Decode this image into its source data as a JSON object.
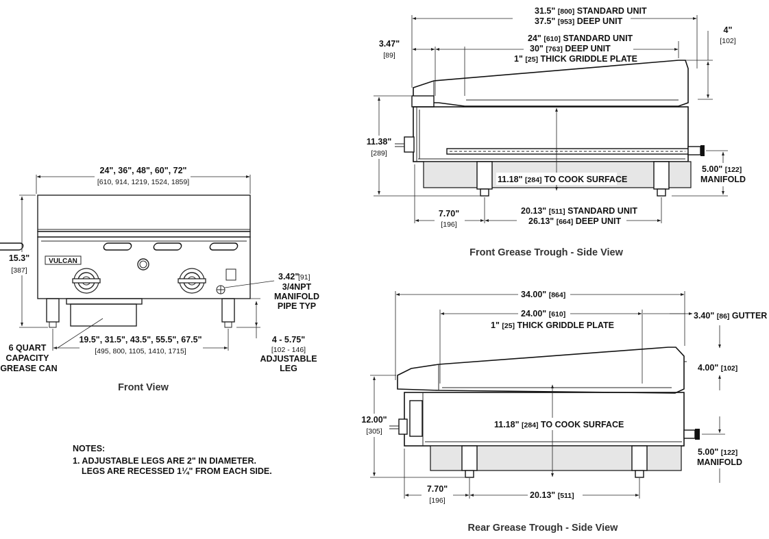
{
  "front_view": {
    "title": "Front View",
    "width_in": "24\", 36\", 48\", 60\", 72\"",
    "width_mm": "[610, 914, 1219, 1524, 1859]",
    "height_in": "15.3\"",
    "height_mm": "[387]",
    "logo": "VULCAN",
    "manifold_in": "3.42\"",
    "manifold_mm": "[91]",
    "manifold_l1": "3/4NPT",
    "manifold_l2": "MANIFOLD",
    "manifold_l3": "PIPE TYP",
    "leg_span_in": "19.5\", 31.5\", 43.5\", 55.5\", 67.5\"",
    "leg_span_mm": "[495, 800, 1105, 1410, 1715]",
    "grease_l1": "6 QUART",
    "grease_l2": "CAPACITY",
    "grease_l3": "GREASE CAN",
    "leg_in": "4 - 5.75\"",
    "leg_mm": "[102 - 146]",
    "leg_l1": "ADJUSTABLE",
    "leg_l2": "LEG"
  },
  "notes": {
    "heading": "NOTES:",
    "line1": "1. ADJUSTABLE LEGS ARE 2\" IN DIAMETER.",
    "line2": "LEGS ARE RECESSED 1¼\" FROM EACH SIDE."
  },
  "front_side": {
    "title": "Front  Grease Trough - Side View",
    "std_depth_in": "31.5\"",
    "std_depth_mm": "[800]",
    "std_depth_lbl": "STANDARD UNIT",
    "deep_depth_in": "37.5\"",
    "deep_depth_mm": "[953]",
    "deep_depth_lbl": "DEEP UNIT",
    "plate_std_in": "24\"",
    "plate_std_mm": "[610]",
    "plate_std_lbl": "STANDARD UNIT",
    "plate_deep_in": "30\"",
    "plate_deep_mm": "[763]",
    "plate_deep_lbl": "DEEP UNIT",
    "plate_thk_in": "1\"",
    "plate_thk_mm": "[25]",
    "plate_thk_lbl": "THICK GRIDDLE PLATE",
    "lip_in": "3.47\"",
    "lip_mm": "[89]",
    "back_in": "4\"",
    "back_mm": "[102]",
    "height_in": "11.38\"",
    "height_mm": "[289]",
    "cook_in": "11.18\"",
    "cook_mm": "[284]",
    "cook_lbl": "TO COOK SURFACE",
    "manifold_in": "5.00\"",
    "manifold_mm": "[122]",
    "manifold_lbl": "MANIFOLD",
    "front_leg_in": "7.70\"",
    "front_leg_mm": "[196]",
    "leg_std_in": "20.13\"",
    "leg_std_mm": "[511]",
    "leg_std_lbl": "STANDARD UNIT",
    "leg_deep_in": "26.13\"",
    "leg_deep_mm": "[664]",
    "leg_deep_lbl": "DEEP UNIT"
  },
  "rear_side": {
    "title": "Rear  Grease Trough - Side View",
    "depth_in": "34.00\"",
    "depth_mm": "[864]",
    "plate_in": "24.00\"",
    "plate_mm": "[610]",
    "plate_thk_in": "1\"",
    "plate_thk_mm": "[25]",
    "plate_thk_lbl": "THICK GRIDDLE PLATE",
    "gutter_in": "3.40\"",
    "gutter_mm": "[86]",
    "gutter_lbl": "GUTTER",
    "back_in": "4.00\"",
    "back_mm": "[102]",
    "height_in": "12.00\"",
    "height_mm": "[305]",
    "cook_in": "11.18\"",
    "cook_mm": "[284]",
    "cook_lbl": "TO COOK SURFACE",
    "manifold_in": "5.00\"",
    "manifold_mm": "[122]",
    "manifold_lbl": "MANIFOLD",
    "front_leg_in": "7.70\"",
    "front_leg_mm": "[196]",
    "leg_in": "20.13\"",
    "leg_mm": "[511]"
  }
}
